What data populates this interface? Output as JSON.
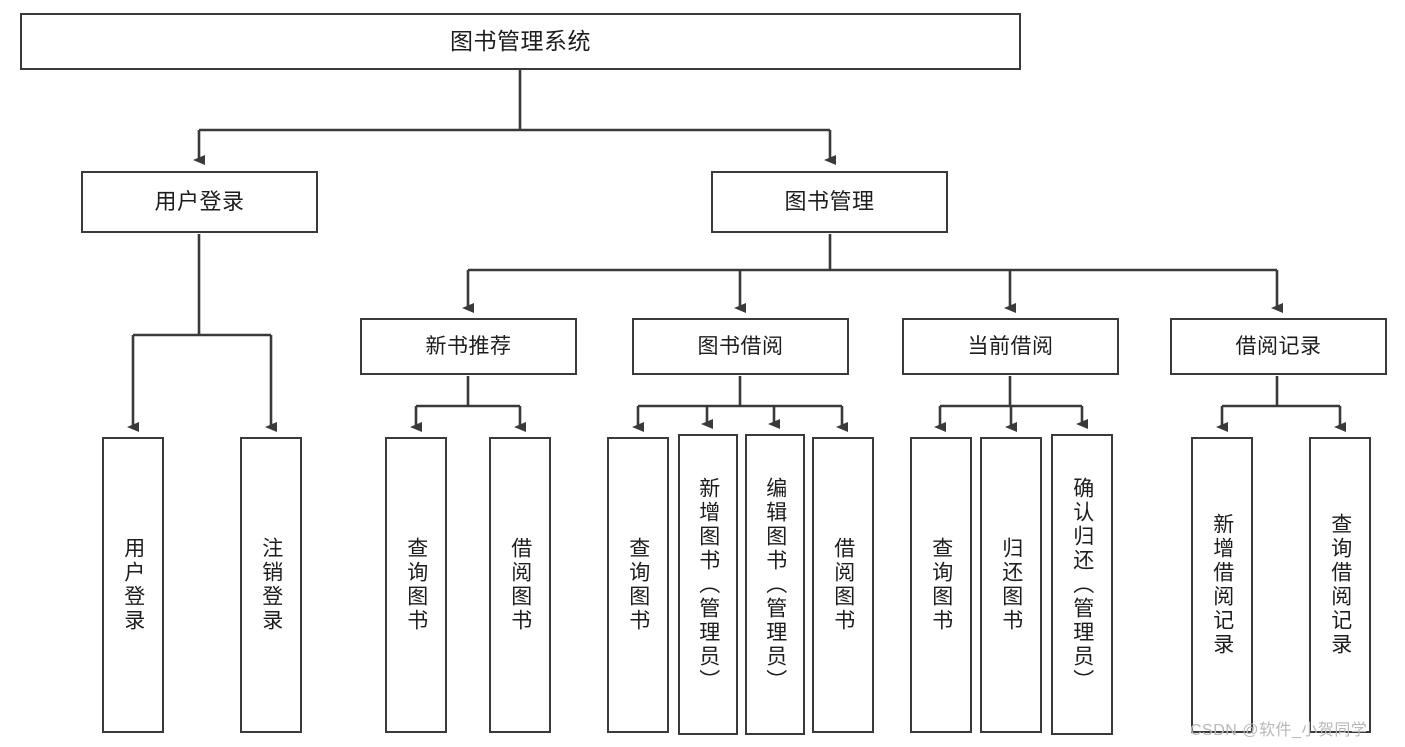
{
  "diagram": {
    "title": "图书管理系统",
    "watermark": "CSDN @软件_小贺同学",
    "colors": {
      "box_border": "#3a3a3a",
      "connector": "#3a3a3a",
      "background": "#ffffff",
      "text": "#1d1d1d",
      "watermark": "#b8b8b8"
    },
    "nodes": {
      "root": {
        "label": "图书管理系统"
      },
      "level2": [
        {
          "label": "用户登录"
        },
        {
          "label": "图书管理"
        }
      ],
      "level3": [
        {
          "label": "新书推荐"
        },
        {
          "label": "图书借阅"
        },
        {
          "label": "当前借阅"
        },
        {
          "label": "借阅记录"
        }
      ],
      "leaves": [
        {
          "label": "用户登录"
        },
        {
          "label": "注销登录"
        },
        {
          "label": "查询图书"
        },
        {
          "label": "借阅图书"
        },
        {
          "label": "查询图书"
        },
        {
          "label": "新增图书（管理员）"
        },
        {
          "label": "编辑图书（管理员）"
        },
        {
          "label": "借阅图书"
        },
        {
          "label": "查询图书"
        },
        {
          "label": "归还图书"
        },
        {
          "label": "确认归还（管理员）"
        },
        {
          "label": "新增借阅记录"
        },
        {
          "label": "查询借阅记录"
        }
      ]
    }
  }
}
